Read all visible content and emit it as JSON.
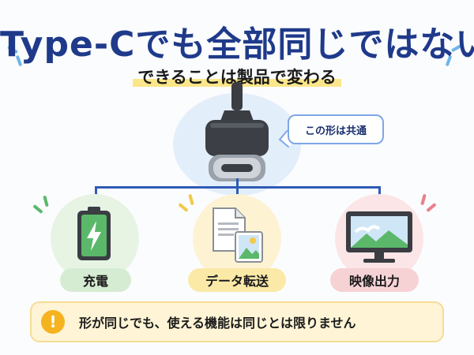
{
  "header": {
    "title": "Type-Cでも全部同じではない",
    "subtitle": "できることは製品で変わる"
  },
  "hero": {
    "icon": "usb-c-connector-icon",
    "callout": "この形は共通"
  },
  "features": [
    {
      "label": "充電",
      "icon": "battery-charging-icon",
      "accent": "#5bb86a",
      "circle": "#e7f4e4",
      "pill": "#d6ecd2"
    },
    {
      "label": "データ転送",
      "icon": "file-transfer-icon",
      "accent": "#f2c94c",
      "circle": "#fdf3d3",
      "pill": "#fbe9a8"
    },
    {
      "label": "映像出力",
      "icon": "monitor-icon",
      "accent": "#e8808a",
      "circle": "#fbe5e6",
      "pill": "#f7d2d5"
    }
  ],
  "notice": {
    "icon": "exclamation-icon",
    "text": "形が同じでも、使える機能は同じとは限りません"
  },
  "colors": {
    "title": "#1f3a8a",
    "line": "#2f5bb5",
    "notice_bg": "#fff4d6"
  }
}
